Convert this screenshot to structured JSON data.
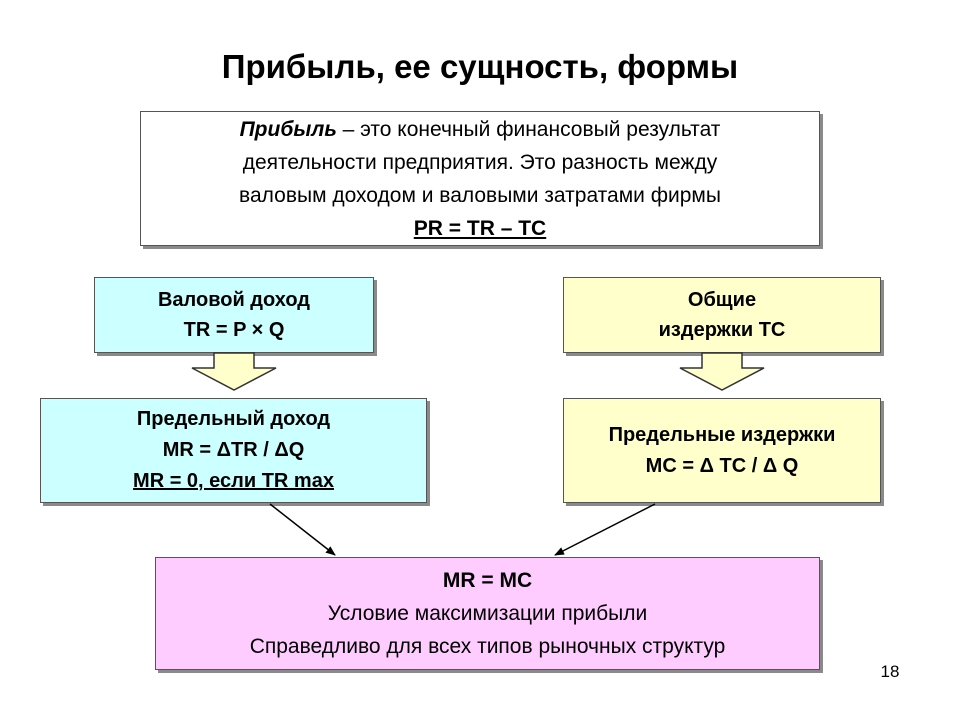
{
  "title": "Прибыль, ее сущность, формы",
  "definition": {
    "term": "Прибыль",
    "line1_rest": " – это конечный финансовый результат",
    "line2": "деятельности предприятия. Это разность между",
    "line3": "валовым доходом и валовыми затратами фирмы",
    "formula": "PR = TR – TC"
  },
  "gross_revenue": {
    "line1": "Валовой доход",
    "line2": "TR = P × Q"
  },
  "total_costs": {
    "line1": "Общие",
    "line2": "издержки TC"
  },
  "marginal_revenue": {
    "line1": "Предельный доход",
    "line2": "MR = ΔTR / ΔQ",
    "line3": "MR = 0, если TR max"
  },
  "marginal_costs": {
    "line1": "Предельные издержки",
    "line2": "MC = Δ TC / Δ Q"
  },
  "condition": {
    "line1": "MR = MC",
    "line2": "Условие максимизации прибыли",
    "line3": "Справедливо для всех типов рыночных структур"
  },
  "page_number": "18",
  "colors": {
    "cyan_box": "#ccffff",
    "yellow_box": "#ffffcc",
    "pink_box": "#ffccff"
  }
}
